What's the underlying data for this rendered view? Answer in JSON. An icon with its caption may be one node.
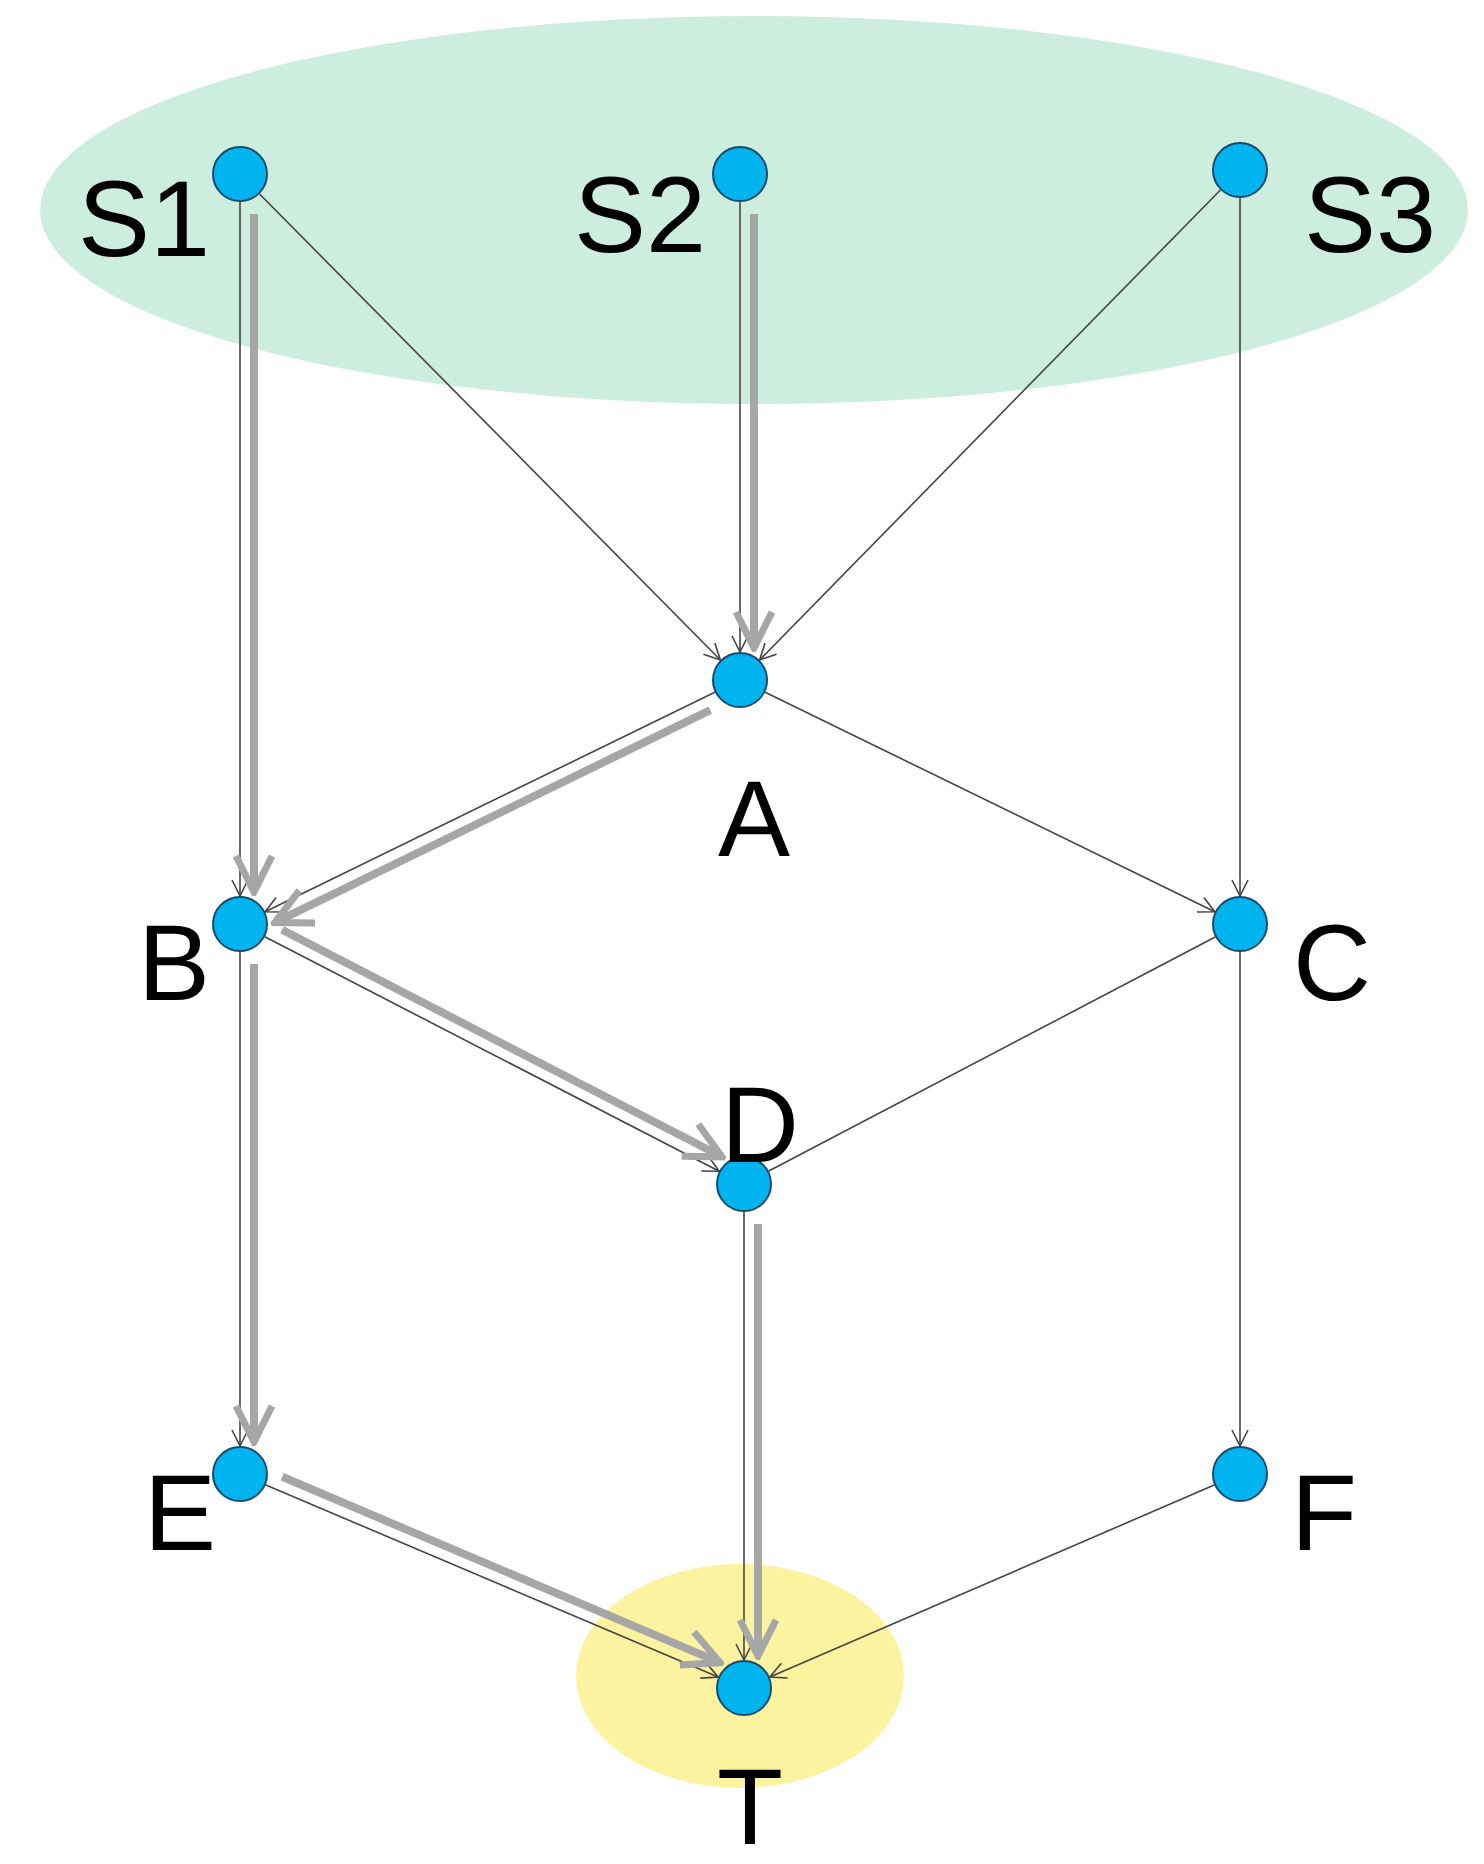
{
  "diagram": {
    "nodes": [
      {
        "text": [],
        "shape": "ellipse"
      },
      {
        "text": [
          "S1"
        ],
        "in": 0
      },
      {
        "text": [
          "S2"
        ],
        "in": 0
      },
      {
        "text": [
          "S3"
        ],
        "in": 0
      },
      {
        "text": [
          "A"
        ]
      },
      {
        "text": [
          "B"
        ]
      },
      {
        "text": [
          "C"
        ]
      },
      {
        "text": [
          "D"
        ]
      },
      {
        "text": [
          "E"
        ]
      },
      {
        "text": [
          "F"
        ]
      },
      {
        "text": [],
        "shape": "ellipse"
      },
      {
        "text": [
          "T"
        ],
        "in": 10
      }
    ],
    "edges": [
      {
        "from": 1,
        "to": 4,
        "arrow": "to"
      },
      {
        "from": 1,
        "to": 5,
        "arrow": "to"
      },
      {
        "from": 2,
        "to": 4,
        "arrow": "to"
      },
      {
        "from": 3,
        "to": 4,
        "arrow": "to"
      },
      {
        "from": 3,
        "to": 6,
        "arrow": "to"
      },
      {
        "from": 4,
        "to": 5,
        "arrow": "to"
      },
      {
        "from": 4,
        "to": 6,
        "arrow": "to"
      },
      {
        "from": 5,
        "to": 7,
        "arrow": "to"
      },
      {
        "from": 5,
        "to": 8,
        "arrow": "to"
      },
      {
        "from": 6,
        "to": 7,
        "arrow": "none"
      },
      {
        "from": 6,
        "to": 9,
        "arrow": "to"
      },
      {
        "from": 7,
        "to": 11,
        "arrow": "to"
      },
      {
        "from": 8,
        "to": 11,
        "arrow": "to"
      },
      {
        "from": 9,
        "to": 11,
        "arrow": "to"
      },
      {
        "from": 1,
        "to": 5,
        "arrow": "to",
        "style": "thick",
        "color": "#a6a6a6"
      },
      {
        "from": 2,
        "to": 4,
        "arrow": "to",
        "style": "thick",
        "color": "#a6a6a6"
      },
      {
        "from": 4,
        "to": 5,
        "arrow": "to",
        "style": "thick",
        "color": "#a6a6a6"
      },
      {
        "from": 5,
        "to": 7,
        "arrow": "to",
        "style": "thick",
        "color": "#a6a6a6"
      },
      {
        "from": 5,
        "to": 8,
        "arrow": "to",
        "style": "thick",
        "color": "#a6a6a6"
      },
      {
        "from": 7,
        "to": 11,
        "arrow": "to",
        "style": "thick",
        "color": "#a6a6a6"
      },
      {
        "from": 8,
        "to": 11,
        "arrow": "to",
        "style": "thick",
        "color": "#a6a6a6"
      }
    ]
  }
}
